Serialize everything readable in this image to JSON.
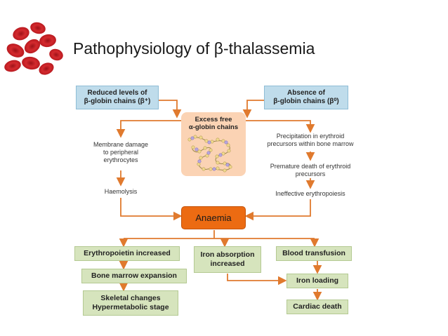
{
  "slide": {
    "title": "Pathophysiology of β-thalassemia"
  },
  "logo": {
    "icon": "red-blood-cells-icon",
    "color": "#d2262b"
  },
  "diagram": {
    "top_left_box": {
      "line1": "Reduced levels of",
      "line2": "β-globin chains (β⁺)"
    },
    "top_right_box": {
      "line1": "Absence of",
      "line2": "β-globin chains (β⁰)"
    },
    "center_box": {
      "line1": "Excess free",
      "line2": "α-globin chains"
    },
    "left_chain": {
      "membrane_line1": "Membrane damage",
      "membrane_line2": "to peripheral",
      "membrane_line3": "erythrocytes",
      "haemolysis": "Haemolysis"
    },
    "right_chain": {
      "precip_line1": "Precipitation in erythroid",
      "precip_line2": "precursors within bone marrow",
      "premature_line1": "Premature death of erythroid",
      "premature_line2": "precursors",
      "ineffective": "Ineffective erythropoiesis"
    },
    "anaemia": "Anaemia",
    "bottom": {
      "epo": "Erythropoietin increased",
      "bone_marrow": "Bone marrow expansion",
      "skeletal_line1": "Skeletal changes",
      "skeletal_line2": "Hypermetabolic stage",
      "iron_abs_line1": "Iron absorption",
      "iron_abs_line2": "increased",
      "transfusion": "Blood transfusion",
      "iron_loading": "Iron loading",
      "cardiac": "Cardiac death"
    },
    "colors": {
      "arrow": "#e07a2e",
      "blue_box": "#bfdceb",
      "green_box": "#d6e4bd",
      "peach_box": "#fbd3b4",
      "orange_box": "#ec6b12"
    }
  }
}
